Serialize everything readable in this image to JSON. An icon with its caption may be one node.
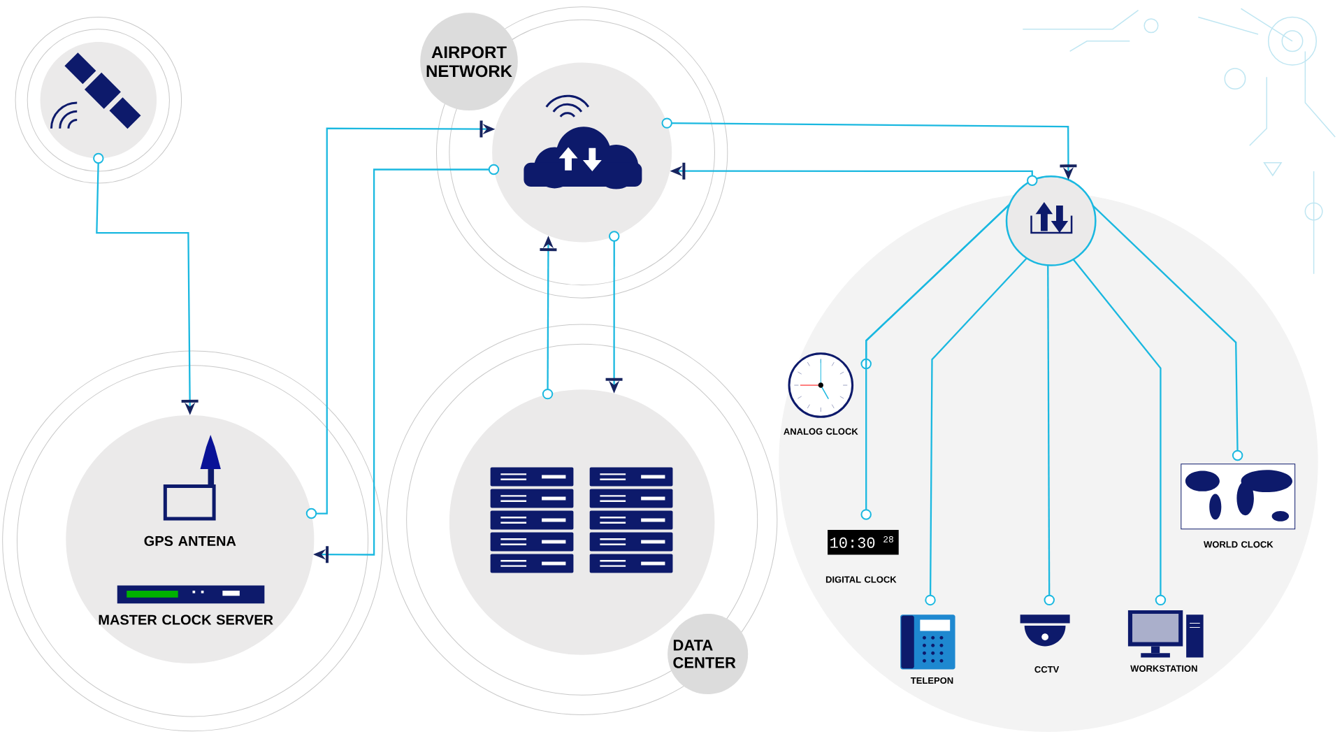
{
  "diagram": {
    "nodes": [
      {
        "text": [],
        "shape": "circle"
      },
      {
        "text": [
          "AIRPORT NETWORK"
        ]
      },
      {
        "text": [
          "GPS ANTENA",
          "MASTER CLOCK SERVER"
        ]
      },
      {
        "text": [
          "DATA CENTER"
        ]
      },
      {
        "text": [],
        "shape": "circle"
      },
      {
        "text": [
          "ANALOG CLOCK"
        ]
      },
      {
        "text": [
          "DIGITAL CLOCK"
        ]
      },
      {
        "text": [
          "TELEPON"
        ]
      },
      {
        "text": [
          "CCTV"
        ]
      },
      {
        "text": [
          "WORKSTATION"
        ]
      },
      {
        "text": [
          "WORLD CLOCK"
        ]
      }
    ],
    "edges": [
      {
        "from": 0,
        "to": 2,
        "arrow": "to"
      },
      {
        "from": 2,
        "to": 1,
        "arrow": "to"
      },
      {
        "from": 1,
        "to": 2,
        "arrow": "to"
      },
      {
        "from": 3,
        "to": 1,
        "arrow": "to"
      },
      {
        "from": 1,
        "to": 3,
        "arrow": "to"
      },
      {
        "from": 1,
        "to": 4,
        "arrow": "to"
      },
      {
        "from": 4,
        "to": 1,
        "arrow": "to"
      },
      {
        "from": 5,
        "to": 4,
        "arrow": "other"
      },
      {
        "from": 6,
        "to": 4,
        "arrow": "other"
      },
      {
        "from": 7,
        "to": 4,
        "arrow": "other"
      },
      {
        "from": 8,
        "to": 4,
        "arrow": "other"
      },
      {
        "from": 9,
        "to": 4,
        "arrow": "other"
      },
      {
        "from": 10,
        "to": 4,
        "arrow": "other"
      }
    ],
    "labels": [
      "10:30",
      "28"
    ]
  }
}
